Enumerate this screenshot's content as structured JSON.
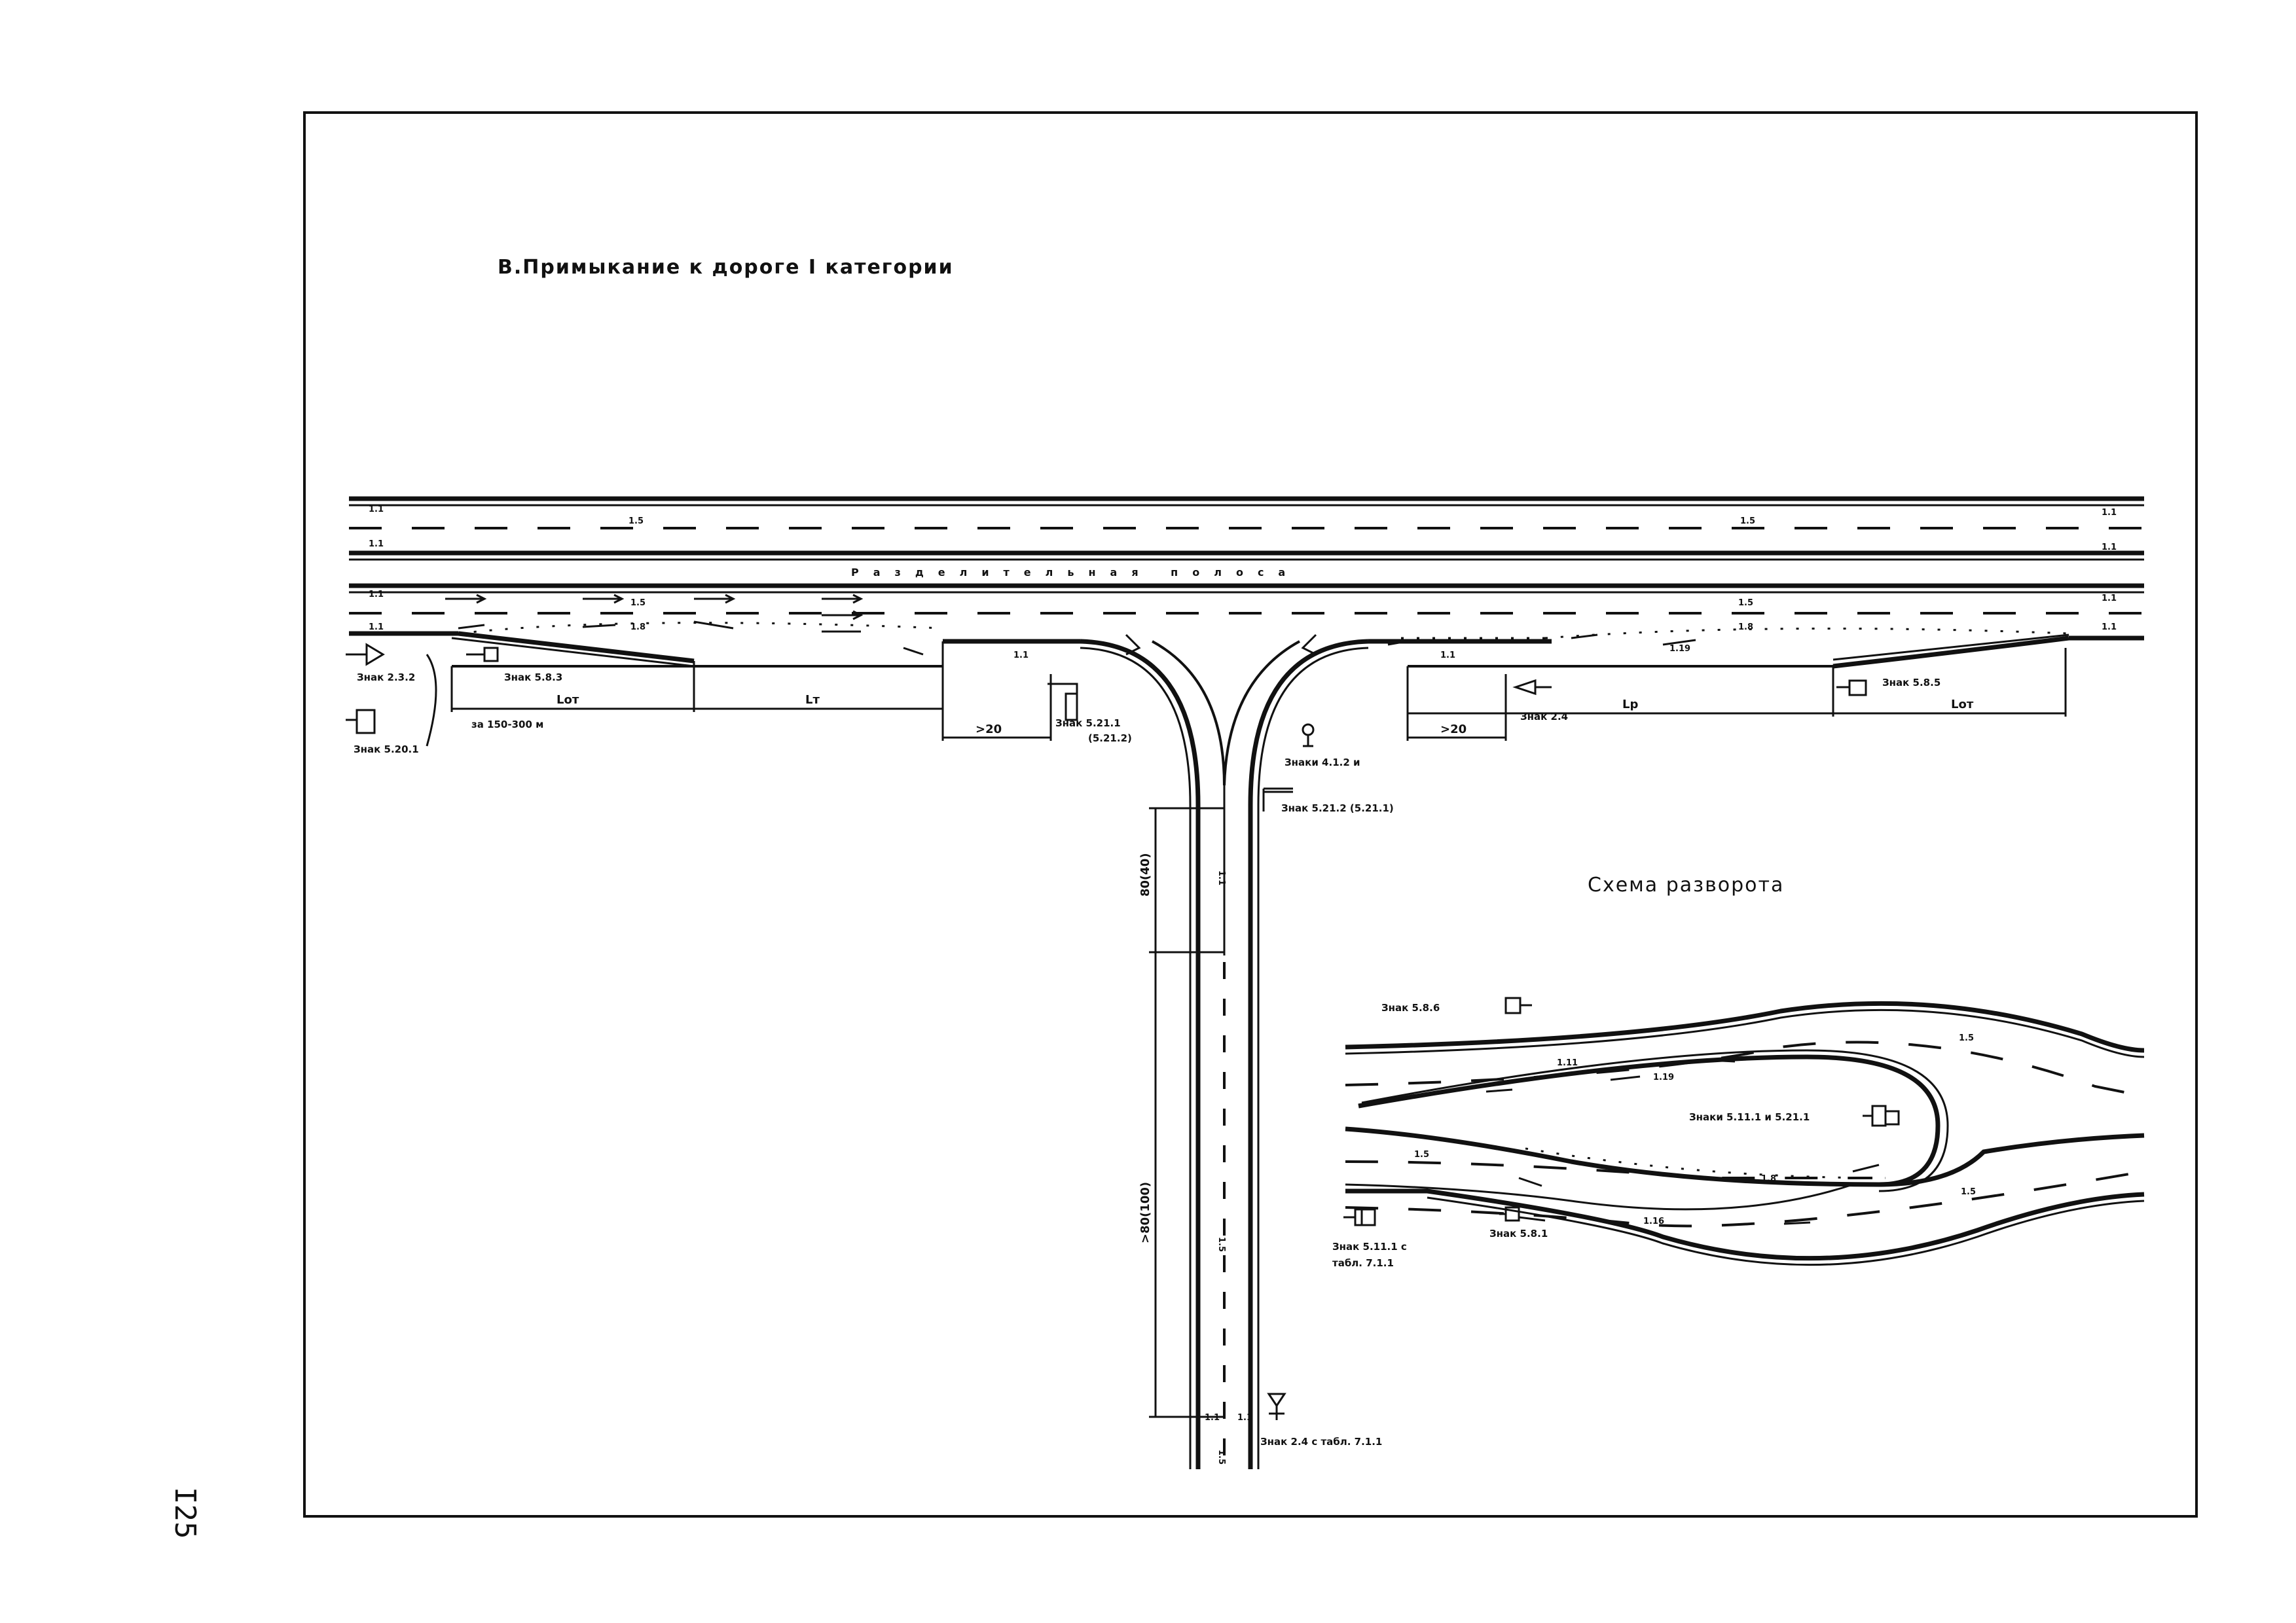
{
  "title": "В.Примыкание  к  дороге  I  категории",
  "median_label": "Разделительная полоса",
  "page_number": "I25",
  "uturn_title": "Схема разворота",
  "markings": {
    "m1_1": "1.1",
    "m1_5": "1.5",
    "m1_8": "1.8",
    "m1_16": "1.16",
    "m1_19": "1.19",
    "m1_11": "1.11"
  },
  "signs": {
    "s23_2": "Знак 2.3.2",
    "s5_20_1": "Знак 5.20.1",
    "s5_8_3": "Знак 5.8.3",
    "s5_21_1": "Знак 5.21.1",
    "s5_21_1_alt": "(5.21.2)",
    "s4_1_2": "Знаки 4.1.2 и",
    "s5_21_2": "Знак 5.21.2 (5.21.1)",
    "s2_4": "Знак 2.4",
    "s5_8_5": "Знак 5.8.5",
    "s2_4_tabl": "Знак 2.4 с табл. 7.1.1",
    "s5_8_6": "Знак 5.8.6",
    "s5_11_1": "Знаки 5.11.1 и 5.21.1",
    "s5_11_1_tabl_line1": "Знак 5.11.1 с",
    "s5_11_1_tabl_line2": "табл. 7.1.1",
    "s5_8_1": "Знак 5.8.1"
  },
  "dimensions": {
    "za": "за 150-300 м",
    "l_ot": "Lот",
    "l_t": "Lт",
    "l_p": "Lр",
    "ge20": ">20",
    "d80_40": "80(40)",
    "d80_100": ">80(100)"
  }
}
